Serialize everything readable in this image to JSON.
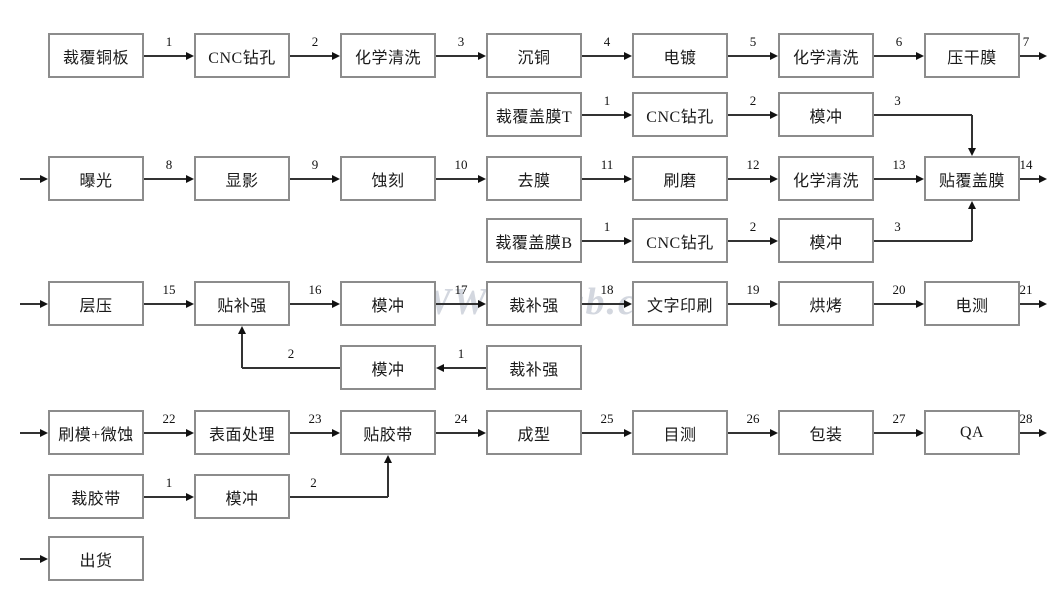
{
  "diagram": {
    "watermark": "WWW.ipcb.cn",
    "colors": {
      "box_border": "#8c8c8c",
      "line": "#333333",
      "watermark": "#ccd1da"
    },
    "nodes": [
      {
        "id": "cut_ccl",
        "label": "裁覆铜板",
        "row": 0,
        "col": 0
      },
      {
        "id": "cnc_drill_1",
        "label": "CNC钻孔",
        "row": 0,
        "col": 1
      },
      {
        "id": "chem_clean_1",
        "label": "化学清洗",
        "row": 0,
        "col": 2
      },
      {
        "id": "copper_dep",
        "label": "沉铜",
        "row": 0,
        "col": 3
      },
      {
        "id": "plating",
        "label": "电镀",
        "row": 0,
        "col": 4
      },
      {
        "id": "chem_clean_2",
        "label": "化学清洗",
        "row": 0,
        "col": 5
      },
      {
        "id": "dry_film",
        "label": "压干膜",
        "row": 0,
        "col": 6
      },
      {
        "id": "cut_cover_t",
        "label": "裁覆盖膜T",
        "row": 1,
        "col": 3
      },
      {
        "id": "cnc_drill_2",
        "label": "CNC钻孔",
        "row": 1,
        "col": 4
      },
      {
        "id": "punch_t",
        "label": "模冲",
        "row": 1,
        "col": 5
      },
      {
        "id": "expose",
        "label": "曝光",
        "row": 2,
        "col": 0
      },
      {
        "id": "develop",
        "label": "显影",
        "row": 2,
        "col": 1
      },
      {
        "id": "etch",
        "label": "蚀刻",
        "row": 2,
        "col": 2
      },
      {
        "id": "strip_film",
        "label": "去膜",
        "row": 2,
        "col": 3
      },
      {
        "id": "brush_grind",
        "label": "刷磨",
        "row": 2,
        "col": 4
      },
      {
        "id": "chem_clean_3",
        "label": "化学清洗",
        "row": 2,
        "col": 5
      },
      {
        "id": "apply_cover",
        "label": "贴覆盖膜",
        "row": 2,
        "col": 6
      },
      {
        "id": "cut_cover_b",
        "label": "裁覆盖膜B",
        "row": 3,
        "col": 3
      },
      {
        "id": "cnc_drill_3",
        "label": "CNC钻孔",
        "row": 3,
        "col": 4
      },
      {
        "id": "punch_b",
        "label": "模冲",
        "row": 3,
        "col": 5
      },
      {
        "id": "laminate",
        "label": "层压",
        "row": 4,
        "col": 0
      },
      {
        "id": "apply_stiffener",
        "label": "贴补强",
        "row": 4,
        "col": 1
      },
      {
        "id": "punch_5",
        "label": "模冲",
        "row": 4,
        "col": 2
      },
      {
        "id": "cut_stiffener_5",
        "label": "裁补强",
        "row": 4,
        "col": 3
      },
      {
        "id": "legend_print",
        "label": "文字印刷",
        "row": 4,
        "col": 4
      },
      {
        "id": "bake",
        "label": "烘烤",
        "row": 4,
        "col": 5
      },
      {
        "id": "e_test",
        "label": "电测",
        "row": 4,
        "col": 6
      },
      {
        "id": "punch_6",
        "label": "模冲",
        "row": 5,
        "col": 2
      },
      {
        "id": "cut_stiffener_6",
        "label": "裁补强",
        "row": 5,
        "col": 3
      },
      {
        "id": "brush_microetch",
        "label": "刷模+微蚀",
        "row": 6,
        "col": 0
      },
      {
        "id": "surface_finish",
        "label": "表面处理",
        "row": 6,
        "col": 1
      },
      {
        "id": "apply_tape",
        "label": "贴胶带",
        "row": 6,
        "col": 2
      },
      {
        "id": "forming",
        "label": "成型",
        "row": 6,
        "col": 3
      },
      {
        "id": "visual_insp",
        "label": "目测",
        "row": 6,
        "col": 4
      },
      {
        "id": "packing",
        "label": "包装",
        "row": 6,
        "col": 5
      },
      {
        "id": "qa",
        "label": "QA",
        "row": 6,
        "col": 6
      },
      {
        "id": "cut_tape",
        "label": "裁胶带",
        "row": 7,
        "col": 0
      },
      {
        "id": "punch_8",
        "label": "模冲",
        "row": 7,
        "col": 1
      },
      {
        "id": "shipping",
        "label": "出货",
        "row": 8,
        "col": 0
      }
    ],
    "edges": [
      {
        "type": "h",
        "from": "cut_ccl",
        "to": "cnc_drill_1",
        "label": "1"
      },
      {
        "type": "h",
        "from": "cnc_drill_1",
        "to": "chem_clean_1",
        "label": "2"
      },
      {
        "type": "h",
        "from": "chem_clean_1",
        "to": "copper_dep",
        "label": "3"
      },
      {
        "type": "h",
        "from": "copper_dep",
        "to": "plating",
        "label": "4"
      },
      {
        "type": "h",
        "from": "plating",
        "to": "chem_clean_2",
        "label": "5"
      },
      {
        "type": "h",
        "from": "chem_clean_2",
        "to": "dry_film",
        "label": "6"
      },
      {
        "type": "exit",
        "from": "dry_film",
        "label": "7"
      },
      {
        "type": "h",
        "from": "cut_cover_t",
        "to": "cnc_drill_2",
        "label": "1"
      },
      {
        "type": "h",
        "from": "cnc_drill_2",
        "to": "punch_t",
        "label": "2"
      },
      {
        "type": "elbow",
        "from": "punch_t",
        "to": "apply_cover",
        "label": "3",
        "dir": "down"
      },
      {
        "type": "entry",
        "to": "expose"
      },
      {
        "type": "h",
        "from": "expose",
        "to": "develop",
        "label": "8"
      },
      {
        "type": "h",
        "from": "develop",
        "to": "etch",
        "label": "9"
      },
      {
        "type": "h",
        "from": "etch",
        "to": "strip_film",
        "label": "10"
      },
      {
        "type": "h",
        "from": "strip_film",
        "to": "brush_grind",
        "label": "11"
      },
      {
        "type": "h",
        "from": "brush_grind",
        "to": "chem_clean_3",
        "label": "12"
      },
      {
        "type": "h",
        "from": "chem_clean_3",
        "to": "apply_cover",
        "label": "13"
      },
      {
        "type": "exit",
        "from": "apply_cover",
        "label": "14"
      },
      {
        "type": "h",
        "from": "cut_cover_b",
        "to": "cnc_drill_3",
        "label": "1"
      },
      {
        "type": "h",
        "from": "cnc_drill_3",
        "to": "punch_b",
        "label": "2"
      },
      {
        "type": "elbow",
        "from": "punch_b",
        "to": "apply_cover",
        "label": "3",
        "dir": "up"
      },
      {
        "type": "entry",
        "to": "laminate"
      },
      {
        "type": "h",
        "from": "laminate",
        "to": "apply_stiffener",
        "label": "15"
      },
      {
        "type": "h",
        "from": "apply_stiffener",
        "to": "punch_5",
        "label": "16"
      },
      {
        "type": "h",
        "from": "punch_5",
        "to": "cut_stiffener_5",
        "label": "17"
      },
      {
        "type": "h",
        "from": "cut_stiffener_5",
        "to": "legend_print",
        "label": "18"
      },
      {
        "type": "h",
        "from": "legend_print",
        "to": "bake",
        "label": "19"
      },
      {
        "type": "h",
        "from": "bake",
        "to": "e_test",
        "label": "20"
      },
      {
        "type": "exit",
        "from": "e_test",
        "label": "21"
      },
      {
        "type": "h_left",
        "from": "cut_stiffener_6",
        "to": "punch_6",
        "label": "1"
      },
      {
        "type": "elbow",
        "from": "punch_6",
        "to": "apply_stiffener",
        "label": "2",
        "dir": "up",
        "side": "left"
      },
      {
        "type": "entry",
        "to": "brush_microetch"
      },
      {
        "type": "h",
        "from": "brush_microetch",
        "to": "surface_finish",
        "label": "22"
      },
      {
        "type": "h",
        "from": "surface_finish",
        "to": "apply_tape",
        "label": "23"
      },
      {
        "type": "h",
        "from": "apply_tape",
        "to": "forming",
        "label": "24"
      },
      {
        "type": "h",
        "from": "forming",
        "to": "visual_insp",
        "label": "25"
      },
      {
        "type": "h",
        "from": "visual_insp",
        "to": "packing",
        "label": "26"
      },
      {
        "type": "h",
        "from": "packing",
        "to": "qa",
        "label": "27"
      },
      {
        "type": "exit",
        "from": "qa",
        "label": "28"
      },
      {
        "type": "h",
        "from": "cut_tape",
        "to": "punch_8",
        "label": "1"
      },
      {
        "type": "elbow",
        "from": "punch_8",
        "to": "apply_tape",
        "label": "2",
        "dir": "up"
      },
      {
        "type": "entry",
        "to": "shipping"
      }
    ]
  }
}
